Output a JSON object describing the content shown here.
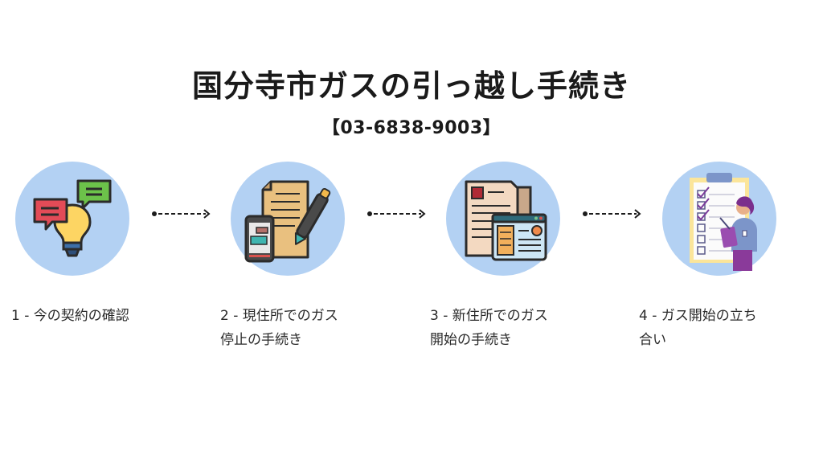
{
  "title": "国分寺市ガスの引っ越し手続き",
  "phone": "【03-6838-9003】",
  "colors": {
    "circle_bg": "#b3d1f3",
    "text": "#1c1c1c",
    "arrow": "#1c1c1c"
  },
  "steps": [
    {
      "number": "1",
      "icon": "lightbulb-chat-icon",
      "line1": "1 - 今の契約の確認",
      "line2": ""
    },
    {
      "number": "2",
      "icon": "document-pen-phone-icon",
      "line1": "2 - 現住所でのガス",
      "line2": "停止の手続き"
    },
    {
      "number": "3",
      "icon": "documents-browser-icon",
      "line1": "3 - 新住所でのガス",
      "line2": "開始の手続き"
    },
    {
      "number": "4",
      "icon": "checklist-person-icon",
      "line1": "4 - ガス開始の立ち",
      "line2": "合い"
    }
  ]
}
